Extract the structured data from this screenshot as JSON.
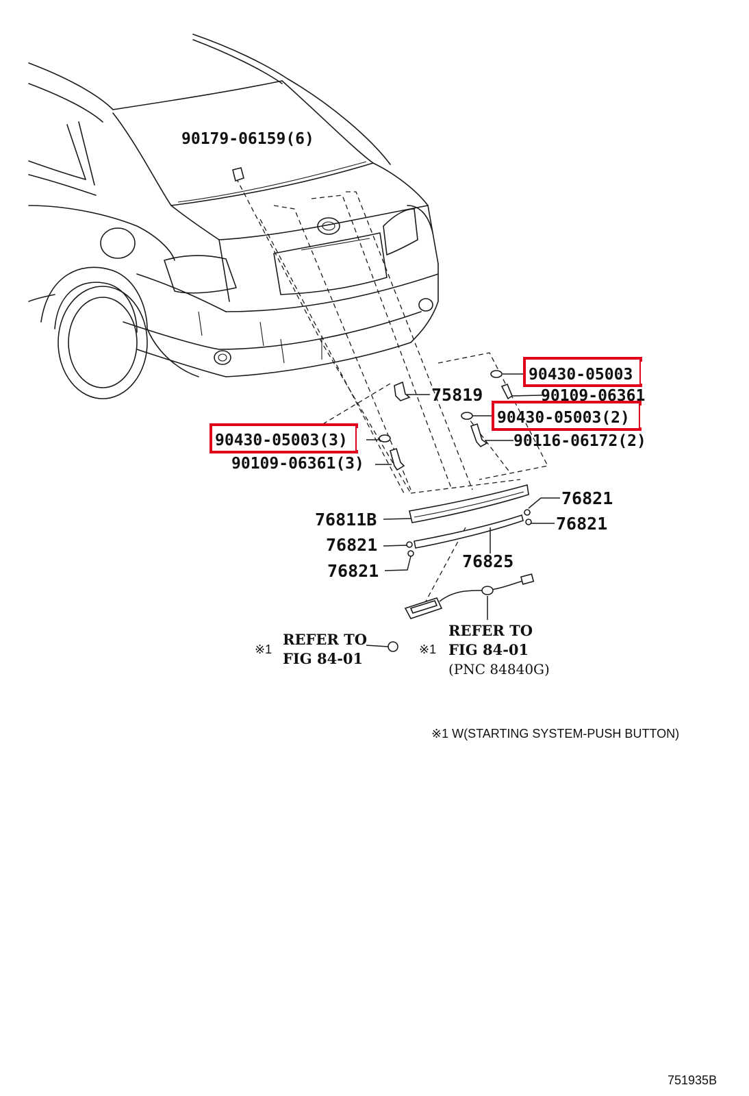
{
  "labels": {
    "bolt_top": "90179-06159(6)",
    "nut_r1": "90430-05003",
    "clip_75819": "75819",
    "screw_r1": "90109-06361",
    "nut_r2": "90430-05003(2)",
    "screw_r2": "90116-06172(2)",
    "nut_left": "90430-05003(3)",
    "screw_left": "90109-06361(3)",
    "part_76821_a": "76821",
    "part_76821_b": "76821",
    "part_76811b": "76811B",
    "part_76821_c": "76821",
    "part_76825": "76825",
    "part_76821_d": "76821",
    "ref_left_mark": "※1",
    "ref_left_line1": "REFER TO",
    "ref_left_line2": "FIG 84-01",
    "ref_right_mark": "※1",
    "ref_right_line1": "REFER TO",
    "ref_right_line2": "FIG 84-01",
    "ref_right_line3": "(PNC 84840G)",
    "footnote": "※1 W(STARTING SYSTEM-PUSH BUTTON)",
    "diagram_id": "751935B"
  },
  "highlight_color": "#e0001b"
}
